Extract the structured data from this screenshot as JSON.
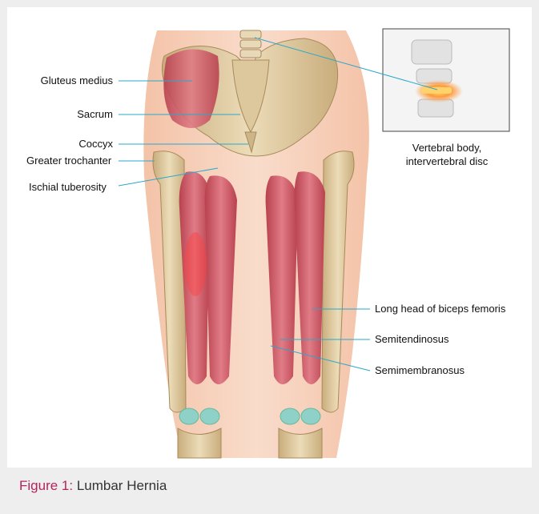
{
  "labels": {
    "gluteus_medius": "Gluteus medius",
    "sacrum": "Sacrum",
    "coccyx": "Coccyx",
    "greater_trochanter": "Greater trochanter",
    "ischial_tuberosity": "Ischial tuberosity",
    "long_head_biceps": "Long head of biceps femoris",
    "semitendinosus": "Semitendinosus",
    "semimembranosus": "Semimembranosus"
  },
  "inset": {
    "line1": "Vertebral body,",
    "line2": "intervertebral disc"
  },
  "caption": {
    "figure_label": "Figure 1:",
    "title": "Lumbar Hernia"
  },
  "colors": {
    "leader_line": "#2aa8c9",
    "figure_label": "#b4245d",
    "skin": "#f2b89c",
    "bone": "#dcc59a",
    "muscle": "#c9515f"
  }
}
